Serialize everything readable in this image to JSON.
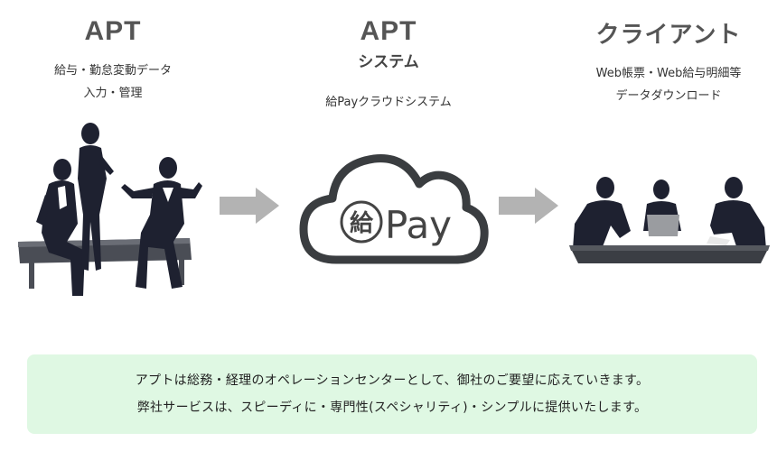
{
  "left": {
    "title": "APT",
    "desc_line1": "給与・勤怠変動データ",
    "desc_line2": "入力・管理"
  },
  "middle": {
    "title": "APT",
    "subtitle": "システム",
    "desc": "給Payクラウドシステム",
    "logo_kanji": "給",
    "logo_text": "Pay"
  },
  "right": {
    "title": "クライアント",
    "desc_line1": "Web帳票・Web給与明細等",
    "desc_line2": "データダウンロード"
  },
  "bottom": {
    "line1": "アプトは総務・経理のオペレーションセンターとして、御社のご要望に応えていきます。",
    "line2": "弊社サービスは、スピーディに・専門性(スペシャリティ)・シンプルに提供いたします。"
  },
  "colors": {
    "silhouette": "#1e2130",
    "arrow": "#b3b3b3",
    "cloud_stroke": "#3a3d40",
    "box_bg": "#dff8e3"
  },
  "icons": [
    "people-sitting-illustration",
    "arrow-right-icon",
    "cloud-pay-logo",
    "meeting-illustration"
  ]
}
